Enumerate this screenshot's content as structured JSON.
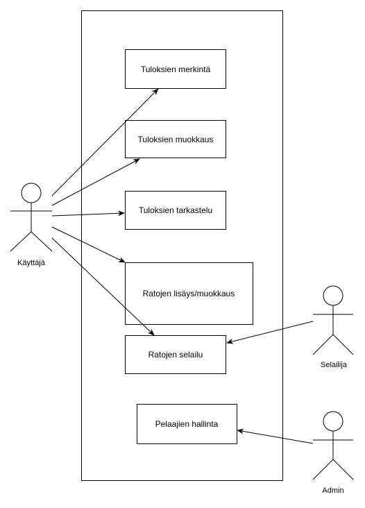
{
  "use_cases": {
    "merkinta": "Tuloksien merkintä",
    "muokkaus": "Tuloksien muokkaus",
    "tarkastelu": "Tuloksien tarkastelu",
    "ratojen_lisays": "Ratojen lisäys/muokkaus",
    "ratojen_selailu": "Ratojen selailu",
    "pelaajien_hallinta": "Pelaajien hallinta"
  },
  "actors": {
    "kayttaja": "Käyttäjä",
    "selailija": "Selailija",
    "admin": "Admin"
  },
  "colors": {
    "stroke": "#000000",
    "background": "#ffffff"
  }
}
